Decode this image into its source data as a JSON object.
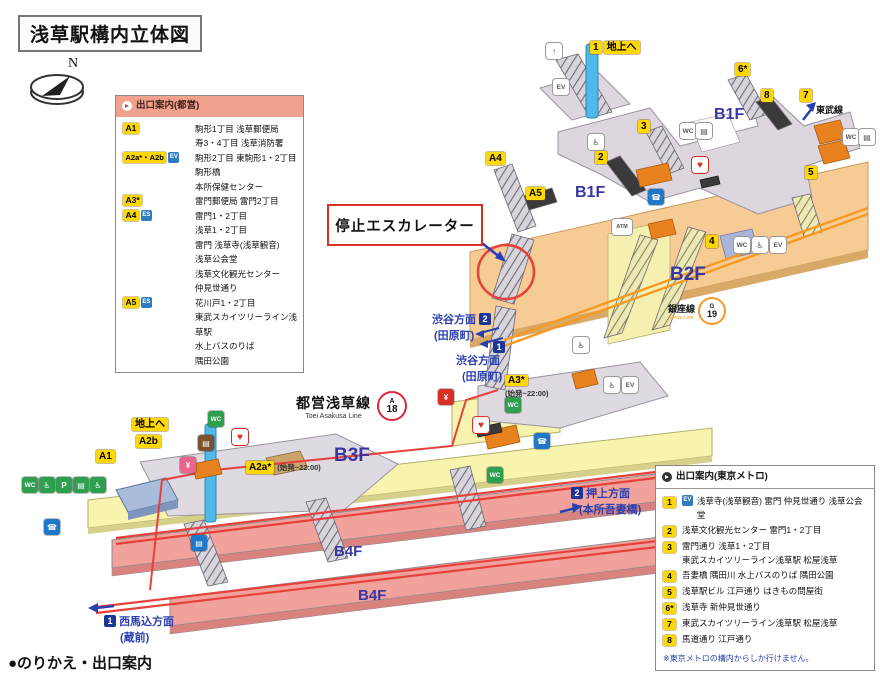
{
  "title": "浅草駅構内立体図",
  "compass_label": "N",
  "footer": "●のりかえ・出口案内",
  "callout": {
    "stopped_escalator": "停止エスカレーター"
  },
  "glyphs": {
    "ev": "EV",
    "es": "ES",
    "atm": "ATM",
    "wc": "WC",
    "wheelchair": "♿",
    "phone": "☎",
    "aed": "♥",
    "locker": "▤",
    "up": "↑",
    "yen": "¥",
    "person": "P"
  },
  "toei_exit_panel": {
    "header": "出口案内(都営)",
    "groups": [
      {
        "badge": "A1",
        "lines": [
          "駒形1丁目 浅草郵便局",
          "寿3・4丁目 浅草消防署"
        ]
      },
      {
        "badge": "A2a*・A2b",
        "icons": [
          "EV"
        ],
        "lines": [
          "駒形2丁目 東駒形1・2丁目",
          "駒形橋",
          "本所保健センター"
        ]
      },
      {
        "badge": "A3*",
        "lines": [
          "雷門郵便局 雷門2丁目"
        ]
      },
      {
        "badge": "A4",
        "icons": [
          "ES"
        ],
        "lines": [
          "雷門1・2丁目",
          "浅草1・2丁目",
          "雷門 浅草寺(浅草観音)",
          "浅草公会堂",
          "浅草文化観光センター",
          "仲見世通り"
        ]
      },
      {
        "badge": "A5",
        "icons": [
          "ES"
        ],
        "lines": [
          "花川戸1・2丁目",
          "東武スカイツリーライン浅草駅",
          "水上バスのりば",
          "隅田公園"
        ]
      }
    ]
  },
  "metro_exit_panel": {
    "header": "出口案内(東京メトロ)",
    "rows": [
      {
        "badge": "1",
        "icons": [
          "EV"
        ],
        "lines": [
          "浅草寺(浅草観音) 雷門 仲見世通り 浅草公会堂"
        ]
      },
      {
        "badge": "2",
        "lines": [
          "浅草文化観光センター 雷門1・2丁目"
        ]
      },
      {
        "badge": "3",
        "lines": [
          "雷門通り 浅草1・2丁目",
          "東武スカイツリーライン浅草駅 松屋浅草"
        ]
      },
      {
        "badge": "4",
        "lines": [
          "吾妻橋 隅田川 水上バスのりば 隅田公園"
        ]
      },
      {
        "badge": "5",
        "lines": [
          "浅草駅ビル 江戸通り はきもの問屋街"
        ]
      },
      {
        "badge": "6*",
        "lines": [
          "浅草寺 新仲見世通り"
        ]
      },
      {
        "badge": "7",
        "lines": [
          "東武スカイツリーライン浅草駅 松屋浅草"
        ]
      },
      {
        "badge": "8",
        "lines": [
          "馬道通り 江戸通り"
        ]
      }
    ],
    "note": "※東京メトロの構内からしか行けません。"
  },
  "map": {
    "surface_exit_top": {
      "num": "1",
      "label": "地上へ"
    },
    "surface_exit_left": "地上へ",
    "exits_metro": {
      "e2": "2",
      "e3": "3",
      "e4": "4",
      "e5": "5",
      "e6": "6*",
      "e7": "7",
      "e8": "8"
    },
    "exits_toei": {
      "a1": "A1",
      "a2b": "A2b",
      "a4": "A4",
      "a5": "A5"
    },
    "a2a": {
      "label": "A2a*",
      "hours": "(始発~22:00)"
    },
    "a3": {
      "label": "A3*",
      "hours": "(始発~22:00)"
    },
    "tobu_line": "東武線",
    "floors": {
      "b1f_left": "B1F",
      "b1f_right": "B1F",
      "b2f": "B2F",
      "b3f": "B3F",
      "b4f_upper": "B4F",
      "b4f_lower": "B4F"
    },
    "ginza": {
      "name": "銀座線",
      "letter": "G",
      "number": "19",
      "name_en": "Ginza Line"
    },
    "asakusa": {
      "name": "都営浅草線",
      "name_en": "Toei Asakusa Line",
      "letter": "A",
      "number": "18"
    },
    "dir_shibuya_upper": {
      "num": "2",
      "label": "渋谷方面",
      "sub": "(田原町)"
    },
    "dir_shibuya_lower": {
      "num": "1",
      "label": "渋谷方面",
      "sub": "(田原町)"
    },
    "dir_oshiage": {
      "num": "2",
      "label": "押上方面",
      "sub": "(本所吾妻橋)"
    },
    "dir_nishimagome": {
      "num": "1",
      "label": "西馬込方面",
      "sub": "(蔵前)"
    }
  },
  "colors": {
    "asakusa_line_red": "#e8413c",
    "ginza_line_orange": "#f59a23",
    "badge_yellow": "#ffd800",
    "floor_blue": "#3937a0",
    "direction_blue": "#2b3fae",
    "panel_header_salmon": "#f1a28e"
  }
}
